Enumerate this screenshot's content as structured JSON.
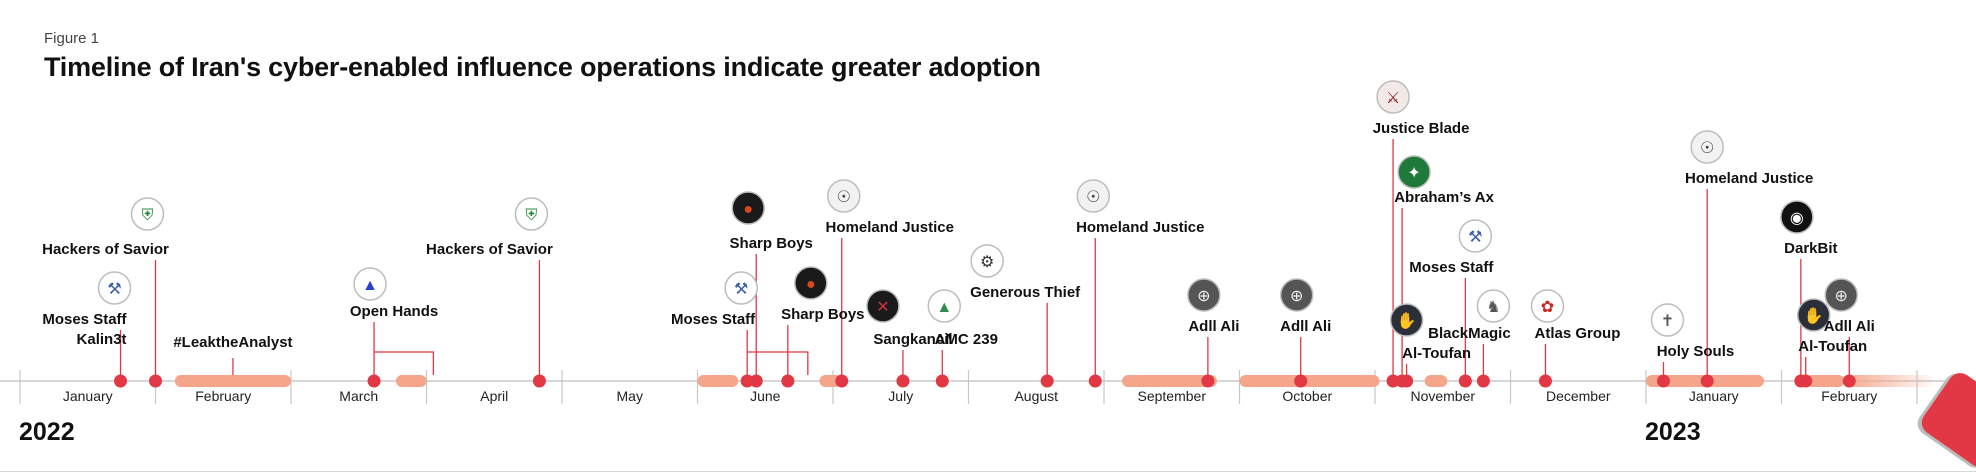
{
  "figure": {
    "label": "Figure 1",
    "title": "Timeline of Iran's cyber-enabled influence operations indicate greater adoption"
  },
  "years": [
    "2022",
    "2023"
  ],
  "chart_data": {
    "type": "timeline",
    "months": [
      "January",
      "February",
      "March",
      "April",
      "May",
      "June",
      "July",
      "August",
      "September",
      "October",
      "November",
      "December",
      "January",
      "February"
    ],
    "colors": {
      "event": "#e23744",
      "stem": "#e23744",
      "bar": "#f4a58a",
      "axis": "#c8c8c8"
    },
    "campaigns": [
      {
        "start": "2022-02-05",
        "end": "2022-03-01",
        "label": "#LeaktheAnalyst"
      },
      {
        "start": "2022-03-25",
        "end": "2022-04-01"
      },
      {
        "start": "2022-06-01",
        "end": "2022-06-10"
      },
      {
        "start": "2022-06-28",
        "end": "2022-07-03"
      },
      {
        "start": "2022-09-05",
        "end": "2022-09-26"
      },
      {
        "start": "2022-10-01",
        "end": "2022-11-02"
      },
      {
        "start": "2022-11-12",
        "end": "2022-11-17"
      },
      {
        "start": "2023-01-01",
        "end": "2023-01-28"
      },
      {
        "start": "2023-02-06",
        "end": "2023-02-14"
      }
    ],
    "fading_campaign": {
      "start": "2023-02-15",
      "end": "2023-03-05"
    },
    "events": [
      {
        "date": "2022-01-24",
        "label": "Moses Staff",
        "label2": "Kalin3t",
        "icon": "moses-staff-logo"
      },
      {
        "date": "2022-02-01",
        "label": "Hackers of Savior",
        "icon": "hackers-of-savior-logo"
      },
      {
        "date": "2022-03-20",
        "label": "Open Hands",
        "icon": "open-hands-logo"
      },
      {
        "date": "2022-04-26",
        "label": "Hackers of Savior",
        "icon": "hackers-of-savior-logo"
      },
      {
        "date": "2022-06-12",
        "label": "Moses Staff",
        "icon": "moses-staff-logo"
      },
      {
        "date": "2022-06-14",
        "label": "Sharp Boys",
        "icon": "sharp-boys-logo"
      },
      {
        "date": "2022-06-21",
        "label": "Sharp Boys",
        "icon": "sharp-boys-logo"
      },
      {
        "date": "2022-07-03",
        "label": "Homeland Justice",
        "icon": "homeland-justice-logo"
      },
      {
        "date": "2022-07-17",
        "label": "Sangkancil",
        "icon": "sangkancil-logo"
      },
      {
        "date": "2022-07-26",
        "label": "AMC 239",
        "icon": "amc-239-logo"
      },
      {
        "date": "2022-08-19",
        "label": "Generous Thief",
        "icon": "generous-thief-logo"
      },
      {
        "date": "2022-08-30",
        "label": "Homeland Justice",
        "icon": "homeland-justice-logo"
      },
      {
        "date": "2022-09-24",
        "label": "Adll Ali",
        "icon": "adll-ali-logo"
      },
      {
        "date": "2022-10-15",
        "label": "Adll Ali",
        "icon": "adll-ali-logo"
      },
      {
        "date": "2022-11-05",
        "label": "Justice Blade",
        "icon": "justice-blade-logo"
      },
      {
        "date": "2022-11-07",
        "label": "Abraham’s Ax",
        "icon": "abrahams-ax-logo"
      },
      {
        "date": "2022-11-08",
        "label": "Al-Toufan",
        "icon": "al-toufan-logo"
      },
      {
        "date": "2022-11-21",
        "label": "Moses Staff",
        "icon": "moses-staff-logo"
      },
      {
        "date": "2022-11-25",
        "label": "BlackMagic",
        "icon": "blackmagic-logo"
      },
      {
        "date": "2022-12-09",
        "label": "Atlas Group",
        "icon": "atlas-group-logo"
      },
      {
        "date": "2023-01-05",
        "label": "Holy Souls",
        "icon": "holy-souls-logo"
      },
      {
        "date": "2023-01-15",
        "label": "Homeland Justice",
        "icon": "homeland-justice-logo"
      },
      {
        "date": "2023-02-05",
        "label": "DarkBit",
        "icon": "darkbit-logo"
      },
      {
        "date": "2023-02-06",
        "label": "Al-Toufan",
        "icon": "al-toufan-logo"
      },
      {
        "date": "2023-02-15",
        "label": "Adll Ali",
        "icon": "adll-ali-logo"
      }
    ]
  }
}
